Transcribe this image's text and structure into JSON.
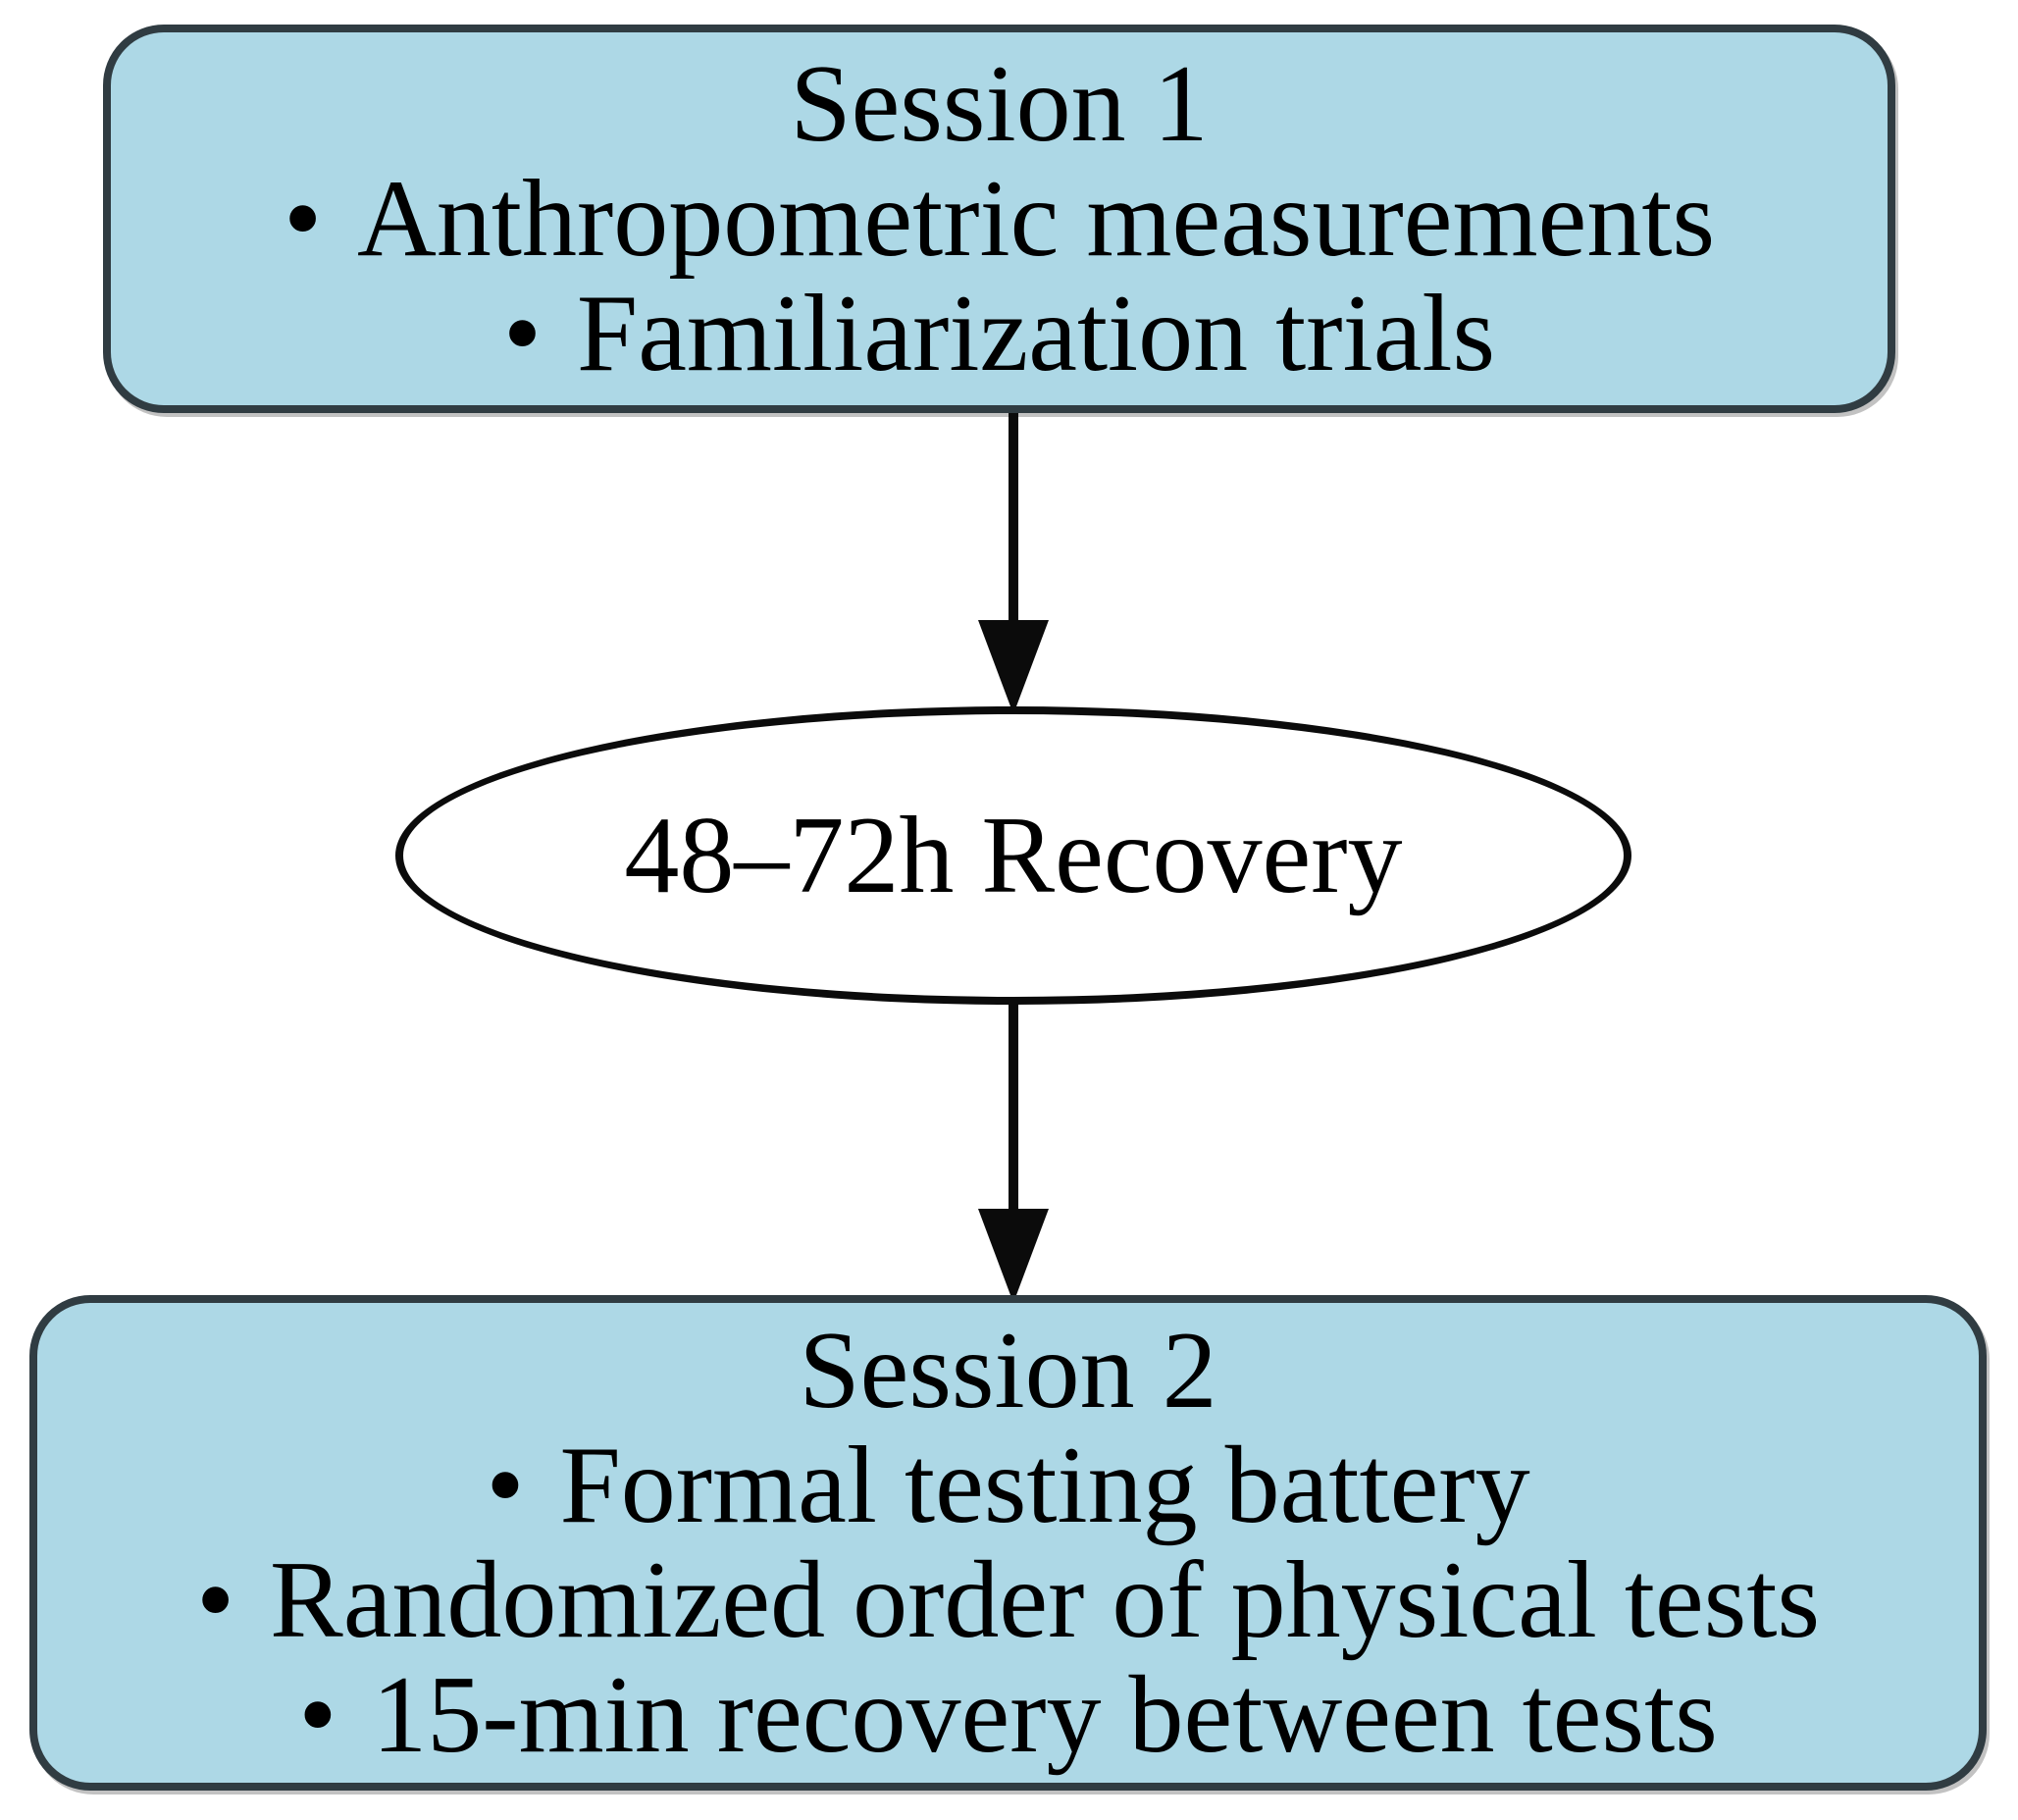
{
  "diagram": {
    "bullet_char": "•",
    "session1": {
      "title": "Session 1",
      "bullets": [
        "Anthropometric measurements",
        "Familiarization trials"
      ]
    },
    "recovery": {
      "label": "48–72h Recovery"
    },
    "session2": {
      "title": "Session 2",
      "bullets": [
        "Formal testing battery",
        "Randomized order of physical tests",
        "15-min recovery between tests"
      ]
    },
    "colors": {
      "node_fill": "#ADD8E6",
      "node_border": "#303c42",
      "ellipse_fill": "#FFFFFF",
      "ellipse_border": "#0B0B0B",
      "arrow": "#0B0B0B",
      "text": "#000000"
    }
  }
}
